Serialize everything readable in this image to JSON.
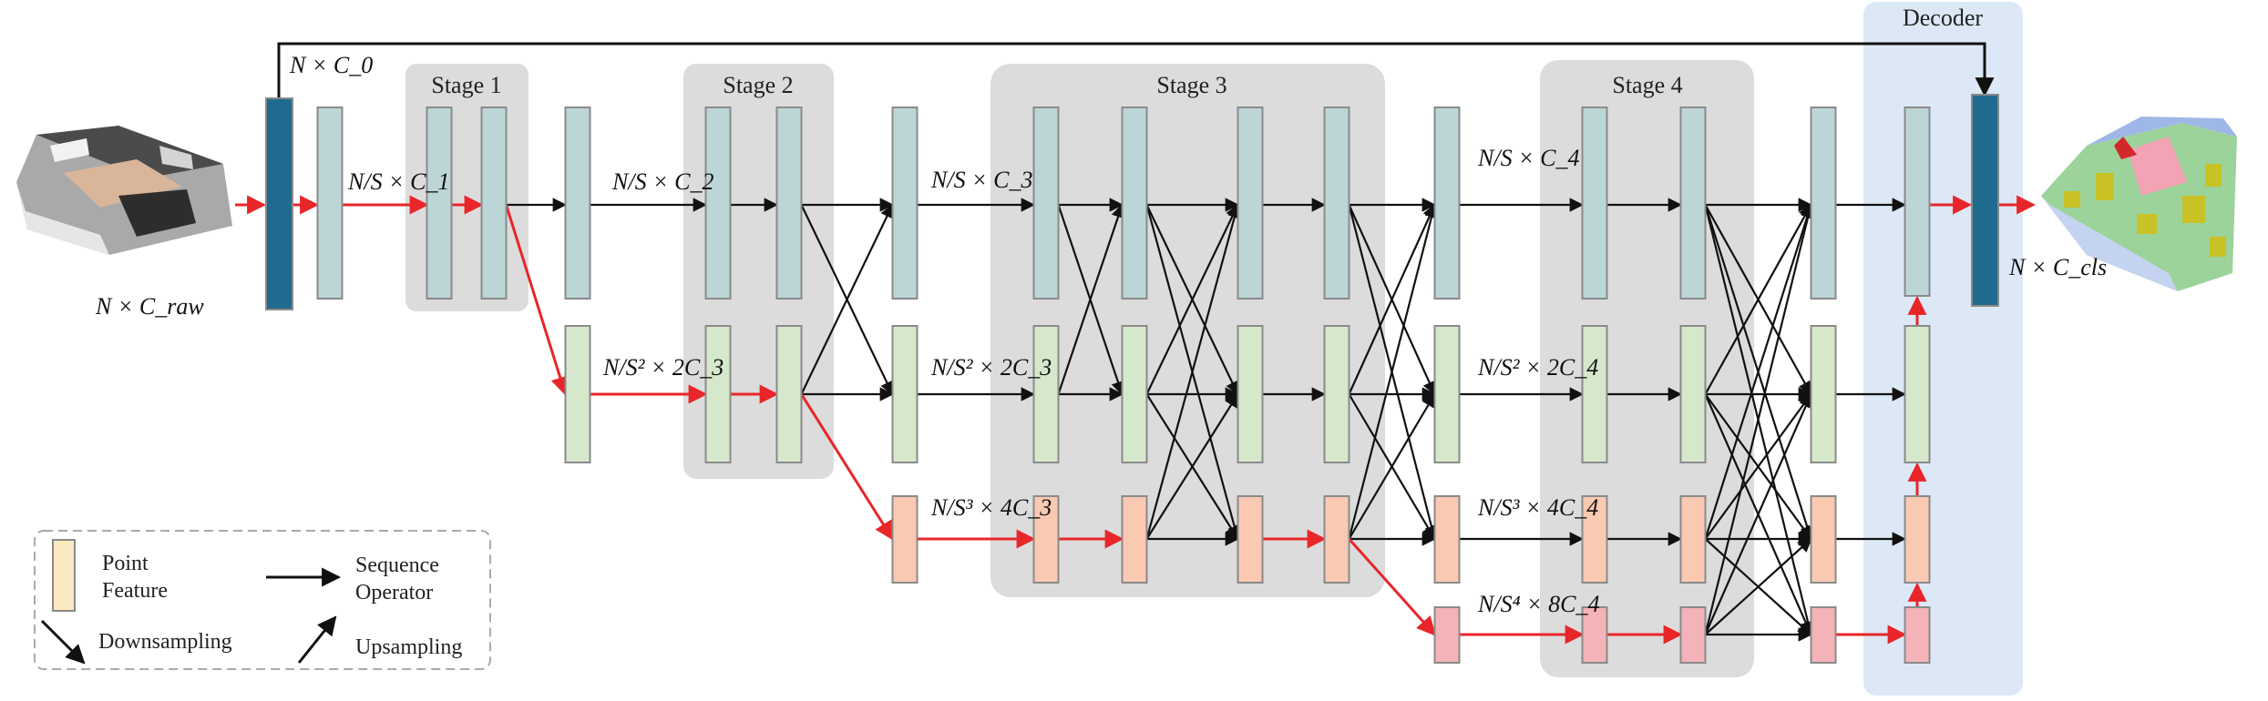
{
  "colors": {
    "stage_bg": "#dcdcdc",
    "decoder_bg": "#dce8f5",
    "feat_blue": "#bcd6d8",
    "feat_green": "#d6e8cc",
    "feat_orange": "#f9c9b2",
    "feat_pink": "#f4b3b8",
    "feat_dark": "#1f6b8f",
    "legend_feat": "#fbe9c3",
    "border": "#8a8a8a",
    "red": "#e8262a",
    "black": "#111111"
  },
  "stages": {
    "stage1": "Stage 1",
    "stage2": "Stage 2",
    "stage3": "Stage 3",
    "stage4": "Stage 4",
    "decoder": "Decoder"
  },
  "labels": {
    "input": "N × C_raw",
    "skip": "N × C_0",
    "c1": "N/S × C_1",
    "c2": "N/S × C_2",
    "c2b": "N/S² × 2C_3",
    "c3a": "N/S × C_3",
    "c3b": "N/S² × 2C_3",
    "c3c": "N/S³ × 4C_3",
    "c4a": "N/S × C_4",
    "c4b": "N/S² × 2C_4",
    "c4c": "N/S³ × 4C_4",
    "c4d": "N/S⁴ × 8C_4",
    "output": "N × C_cls"
  },
  "legend": {
    "point_feature": [
      "Point",
      "Feature"
    ],
    "sequence_operator": [
      "Sequence",
      "Operator"
    ],
    "downsampling": "Downsampling",
    "upsampling": "Upsampling"
  }
}
